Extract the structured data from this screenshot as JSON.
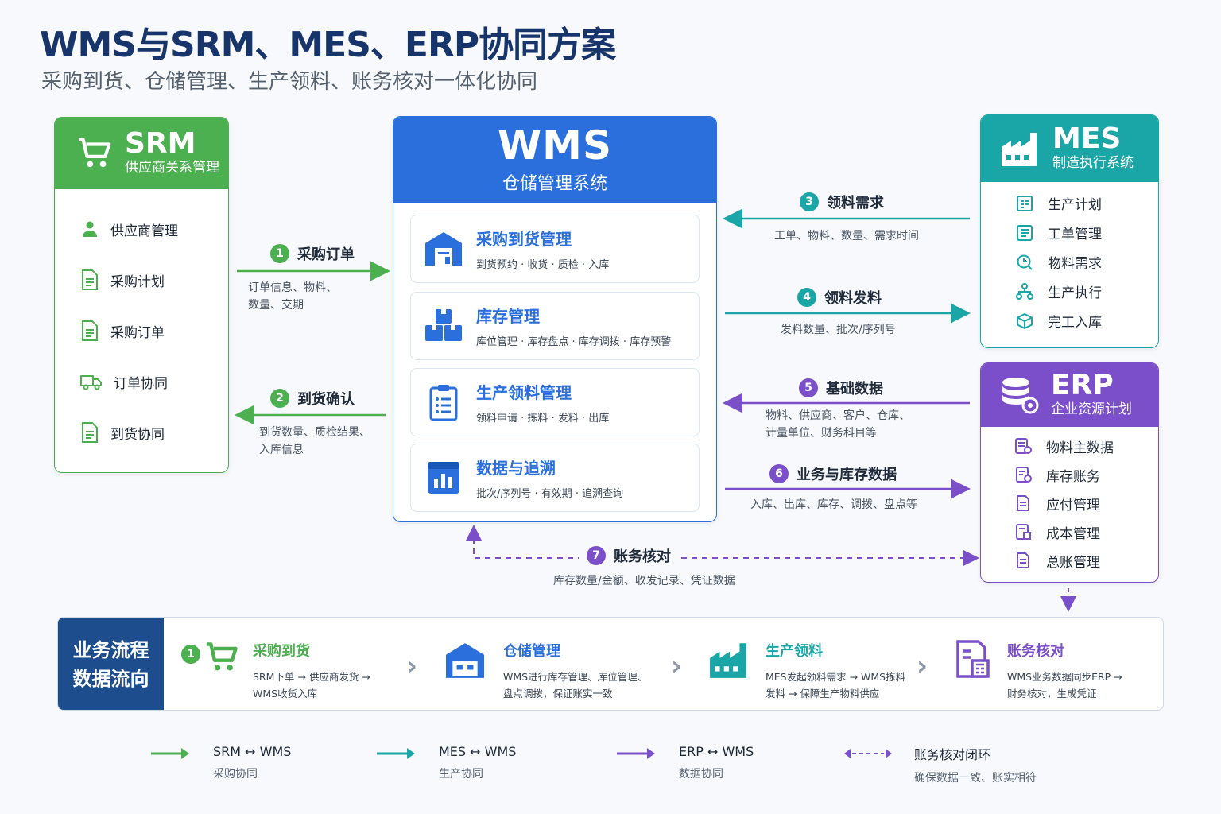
{
  "header": {
    "title": "WMS与SRM、MES、ERP协同方案",
    "subtitle": "采购到货、仓储管理、生产领料、账务核对一体化协同"
  },
  "srm": {
    "name": "SRM",
    "full_name": "供应商关系管理",
    "color": "#4caf50",
    "items": [
      "供应商管理",
      "采购计划",
      "采购订单",
      "订单协同",
      "到货协同"
    ]
  },
  "wms": {
    "name": "WMS",
    "full_name": "仓储管理系统",
    "color": "#2a6fdb",
    "modules": [
      {
        "title": "采购到货管理",
        "desc": "到货预约 · 收货 · 质检 · 入库"
      },
      {
        "title": "库存管理",
        "desc": "库位管理 · 库存盘点 · 库存调拨 · 库存预警"
      },
      {
        "title": "生产领料管理",
        "desc": "领料申请 · 拣料 · 发料 · 出库"
      },
      {
        "title": "数据与追溯",
        "desc": "批次/序列号 · 有效期 · 追溯查询"
      }
    ]
  },
  "mes": {
    "name": "MES",
    "full_name": "制造执行系统",
    "color": "#1aa6a6",
    "items": [
      "生产计划",
      "工单管理",
      "物料需求",
      "生产执行",
      "完工入库"
    ]
  },
  "erp": {
    "name": "ERP",
    "full_name": "企业资源计划",
    "color": "#7b4fc9",
    "items": [
      "物料主数据",
      "库存账务",
      "应付管理",
      "成本管理",
      "总账管理"
    ]
  },
  "flows": [
    {
      "num": "1",
      "label": "采购订单",
      "desc1": "订单信息、物料、",
      "desc2": "数量、交期"
    },
    {
      "num": "2",
      "label": "到货确认",
      "desc1": "到货数量、质检结果、",
      "desc2": "入库信息"
    },
    {
      "num": "3",
      "label": "领料需求",
      "desc1": "工单、物料、数量、需求时间"
    },
    {
      "num": "4",
      "label": "领料发料",
      "desc1": "发料数量、批次/序列号"
    },
    {
      "num": "5",
      "label": "基础数据",
      "desc1": "物料、供应商、客户、仓库、",
      "desc2": "计量单位、财务科目等"
    },
    {
      "num": "6",
      "label": "业务与库存数据",
      "desc1": "入库、出库、库存、调拨、盘点等"
    },
    {
      "num": "7",
      "label": "账务核对",
      "desc1": "库存数量/金额、收发记录、凭证数据"
    }
  ],
  "process": {
    "title_line1": "业务流程",
    "title_line2": "数据流向",
    "step_num": "1",
    "steps": [
      {
        "title": "采购到货",
        "desc1": "SRM下单 → 供应商发货 →",
        "desc2": "WMS收货入库"
      },
      {
        "title": "仓储管理",
        "desc1": "WMS进行库存管理、库位管理、",
        "desc2": "盘点调拨，保证账实一致"
      },
      {
        "title": "生产领料",
        "desc1": "MES发起领料需求 → WMS拣料",
        "desc2": "发料 → 保障生产物料供应"
      },
      {
        "title": "账务核对",
        "desc1": "WMS业务数据同步ERP →",
        "desc2": "财务核对，生成凭证"
      }
    ]
  },
  "legend": [
    {
      "title": "SRM ↔ WMS",
      "sub": "采购协同"
    },
    {
      "title": "MES ↔ WMS",
      "sub": "生产协同"
    },
    {
      "title": "ERP ↔ WMS",
      "sub": "数据协同"
    },
    {
      "title": "账务核对闭环",
      "sub": "确保数据一致、账实相符"
    }
  ]
}
